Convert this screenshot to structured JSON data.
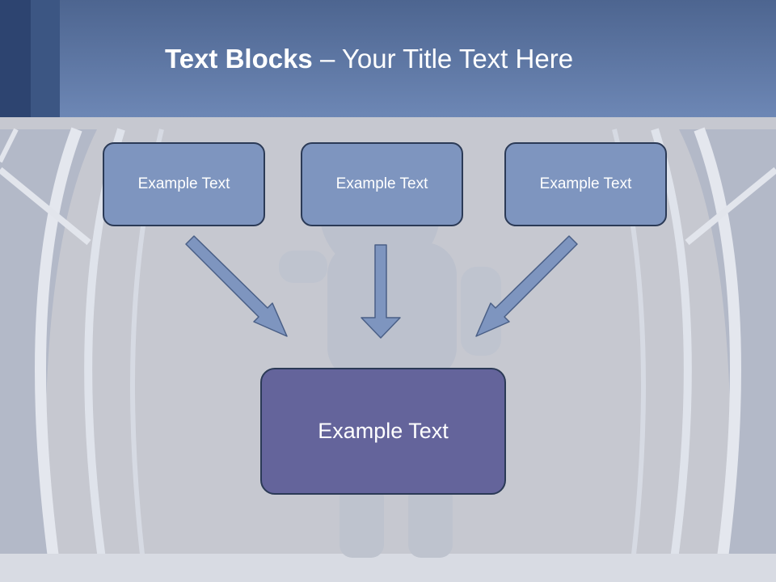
{
  "slide": {
    "title_bold": "Text Blocks",
    "title_dash": " – ",
    "title_rest": "Your Title Text Here"
  },
  "diagram": {
    "source_boxes": [
      {
        "label": "Example Text"
      },
      {
        "label": "Example Text"
      },
      {
        "label": "Example Text"
      }
    ],
    "target_box": {
      "label": "Example Text"
    }
  },
  "colors": {
    "header": "#5f79a6",
    "source_box_fill": "#7e95bf",
    "target_box_fill": "#64649b",
    "box_border": "#2b3a56",
    "arrow_fill": "#7e95bf",
    "background": "#c9cbd3"
  }
}
